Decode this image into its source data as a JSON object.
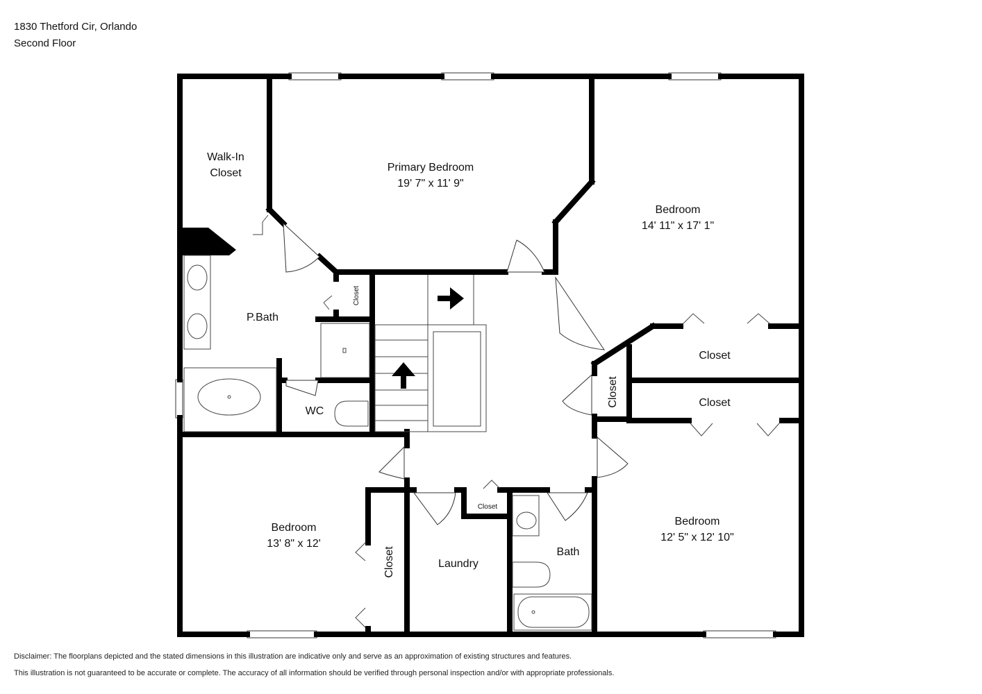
{
  "header": {
    "address": "1830 Thetford Cir, Orlando",
    "floor": "Second Floor"
  },
  "rooms": {
    "walk_in_closet": {
      "line1": "Walk-In",
      "line2": "Closet"
    },
    "primary_bedroom": {
      "name": "Primary Bedroom",
      "dims": "19' 7\" x 11' 9\""
    },
    "bedroom_ne": {
      "name": "Bedroom",
      "dims": "14' 11\" x 17' 1\""
    },
    "pbath": {
      "name": "P.Bath"
    },
    "closet_small_pbath": {
      "name": "Closet"
    },
    "wc": {
      "name": "WC"
    },
    "closet_ne_upper": {
      "name": "Closet"
    },
    "closet_ne_lower": {
      "name": "Closet"
    },
    "closet_vertical_hall": {
      "name": "Closet"
    },
    "bedroom_sw": {
      "name": "Bedroom",
      "dims": "13' 8\" x 12'"
    },
    "closet_sw": {
      "name": "Closet"
    },
    "laundry": {
      "name": "Laundry"
    },
    "closet_hall_small": {
      "name": "Closet"
    },
    "bath": {
      "name": "Bath"
    },
    "bedroom_se": {
      "name": "Bedroom",
      "dims": "12' 5\" x 12' 10\""
    }
  },
  "disclaimer": {
    "line1": "Disclaimer: The floorplans depicted and the stated dimensions in this illustration are indicative only and serve as an approximation of existing structures and features.",
    "line2": "This illustration is not guaranteed to be accurate or complete. The accuracy of all information should be verified through personal inspection and/or with appropriate professionals."
  }
}
